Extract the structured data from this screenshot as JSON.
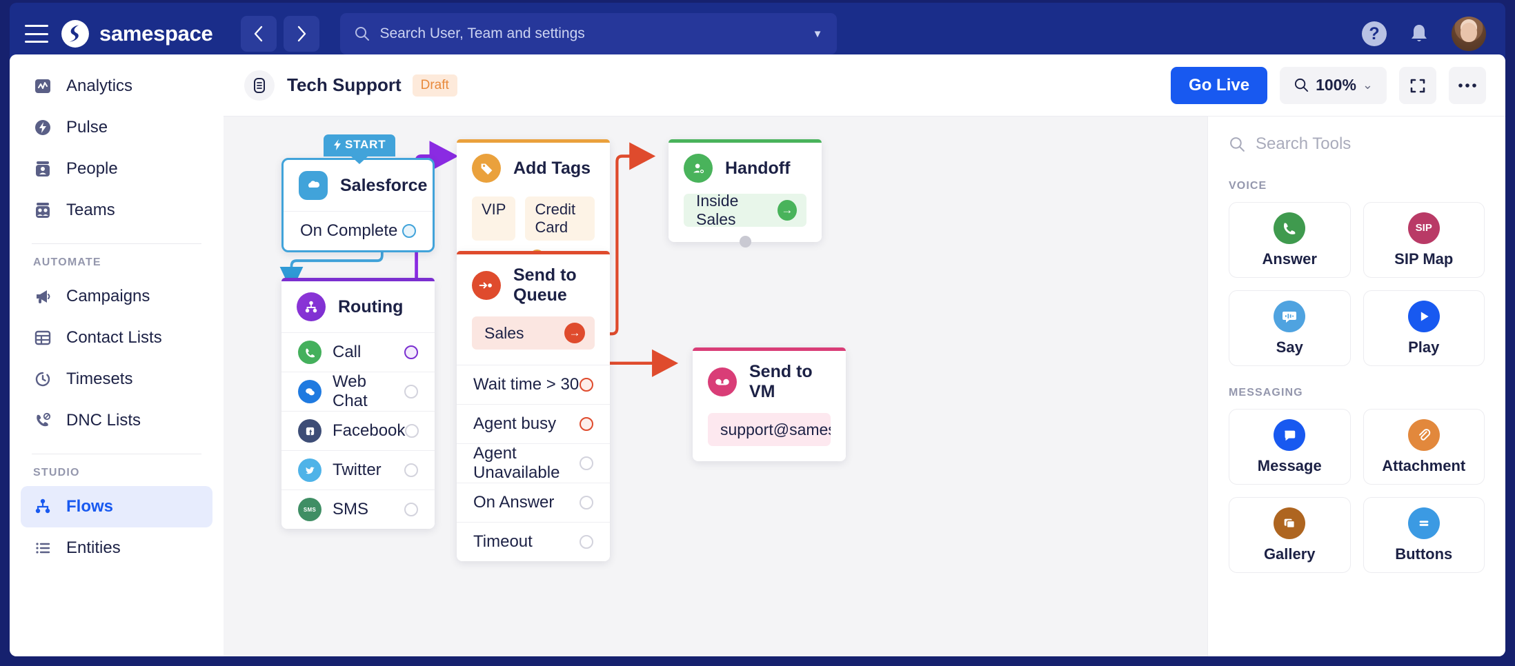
{
  "topbar": {
    "menu_icon": "hamburger-icon",
    "brand": "samespace",
    "back_icon": "chevron-left-icon",
    "forward_icon": "chevron-right-icon",
    "search": {
      "placeholder": "Search User, Team and settings",
      "icon": "search-icon",
      "caret": "▼"
    },
    "help_label": "?",
    "bell_icon": "bell-icon",
    "avatar": "user-avatar"
  },
  "sidebar": {
    "items": [
      {
        "label": "Analytics",
        "icon": "analytics-icon",
        "active": false
      },
      {
        "label": "Pulse",
        "icon": "pulse-icon",
        "active": false
      },
      {
        "label": "People",
        "icon": "people-icon",
        "active": false
      },
      {
        "label": "Teams",
        "icon": "teams-icon",
        "active": false
      }
    ],
    "automate_header": "AUTOMATE",
    "automate_items": [
      {
        "label": "Campaigns",
        "icon": "megaphone-icon",
        "active": false
      },
      {
        "label": "Contact Lists",
        "icon": "table-icon",
        "active": false
      },
      {
        "label": "Timesets",
        "icon": "timer-icon",
        "active": false
      },
      {
        "label": "DNC Lists",
        "icon": "phone-block-icon",
        "active": false
      }
    ],
    "studio_header": "STUDIO",
    "studio_items": [
      {
        "label": "Flows",
        "icon": "flow-tree-icon",
        "active": true
      },
      {
        "label": "Entities",
        "icon": "list-icon",
        "active": false
      }
    ]
  },
  "mainhead": {
    "doc_icon": "document-icon",
    "title": "Tech Support",
    "status_badge": "Draft",
    "go_live": "Go Live",
    "zoom_level": "100%",
    "zoom_icon": "search-icon",
    "zoom_caret": "⌄",
    "fullscreen_icon": "fullscreen-icon",
    "more_icon": "more-horizontal-icon"
  },
  "flow": {
    "accent_colors": {
      "salesforce": "#41a3da",
      "routing": "#7b2fd0",
      "add_tags": "#eaa13c",
      "send_to_queue": "#df4b2d",
      "handoff": "#49b35b",
      "send_to_vm": "#d93d77"
    },
    "nodes": [
      {
        "id": "salesforce",
        "start_label": "START",
        "title": "Salesforce",
        "icon": "salesforce-cloud-icon",
        "rows": [
          {
            "label": "On Complete",
            "port": "active"
          }
        ]
      },
      {
        "id": "routing",
        "title": "Routing",
        "icon": "routing-icon",
        "rows": [
          {
            "label": "Call",
            "icon": "phone-icon",
            "port": "active"
          },
          {
            "label": "Web Chat",
            "icon": "chat-icon",
            "port": "idle"
          },
          {
            "label": "Facebook",
            "icon": "facebook-icon",
            "port": "idle"
          },
          {
            "label": "Twitter",
            "icon": "twitter-icon",
            "port": "idle"
          },
          {
            "label": "SMS",
            "icon": "sms-icon",
            "port": "idle"
          }
        ]
      },
      {
        "id": "add_tags",
        "title": "Add Tags",
        "icon": "tag-icon",
        "tags": [
          "VIP",
          "Credit Card"
        ]
      },
      {
        "id": "send_to_queue",
        "title": "Send to Queue",
        "icon": "queue-icon",
        "field_value": "Sales",
        "rows": [
          {
            "label": "Wait time > 30",
            "port": "active"
          },
          {
            "label": "Agent busy",
            "port": "active"
          },
          {
            "label": "Agent Unavailable",
            "port": "idle"
          },
          {
            "label": "On Answer",
            "port": "idle"
          },
          {
            "label": "Timeout",
            "port": "idle"
          }
        ]
      },
      {
        "id": "handoff",
        "title": "Handoff",
        "icon": "handoff-agent-icon",
        "field_value": "Inside Sales"
      },
      {
        "id": "send_to_vm",
        "title": "Send to VM",
        "icon": "voicemail-icon",
        "field_value": "support@samespace.c"
      }
    ]
  },
  "tools": {
    "search_placeholder": "Search Tools",
    "search_icon": "search-icon",
    "groups": [
      {
        "header": "VOICE",
        "items": [
          {
            "label": "Answer",
            "icon": "phone-icon",
            "color": "#3f9a4e"
          },
          {
            "label": "SIP Map",
            "icon": "sip-icon",
            "color": "#b93a66"
          },
          {
            "label": "Say",
            "icon": "say-icon",
            "color": "#4fa3e0"
          },
          {
            "label": "Play",
            "icon": "play-icon",
            "color": "#1859f0"
          }
        ]
      },
      {
        "header": "MESSAGING",
        "items": [
          {
            "label": "Message",
            "icon": "message-icon",
            "color": "#1859f0"
          },
          {
            "label": "Attachment",
            "icon": "paperclip-icon",
            "color": "#e2883c"
          },
          {
            "label": "Gallery",
            "icon": "gallery-icon",
            "color": "#ae6520"
          },
          {
            "label": "Buttons",
            "icon": "buttons-icon",
            "color": "#3b9ae3"
          }
        ]
      }
    ]
  }
}
